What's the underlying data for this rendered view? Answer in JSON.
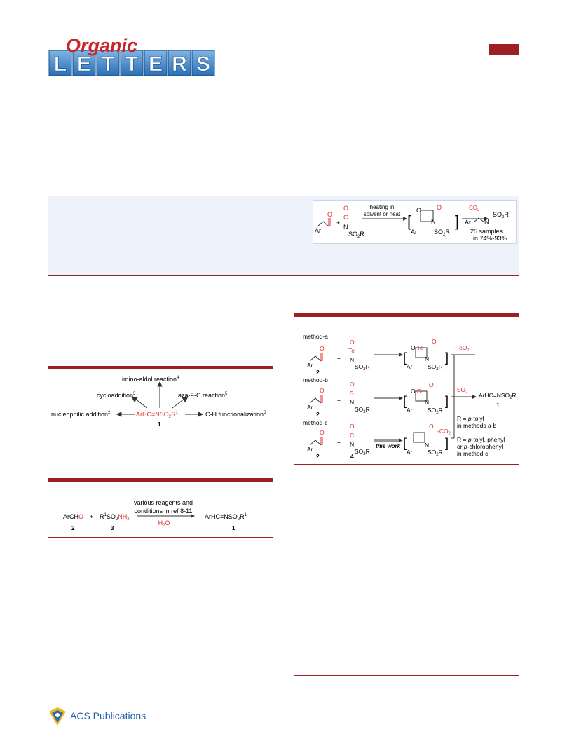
{
  "journal": {
    "title_script": "Organic",
    "title_letters": [
      "L",
      "E",
      "T",
      "T",
      "E",
      "R",
      "S"
    ]
  },
  "abstract_graphic": {
    "aryl": "Ar",
    "plus": "+",
    "oxygen": "O",
    "carbon": "C",
    "nitrogen": "N",
    "sulfonyl": "SO",
    "sub2": "2",
    "r_group": "R",
    "arrow_label_1": "heating in",
    "arrow_label_2": "solvent or neat",
    "co2": "CO",
    "samples": "25 samples",
    "yields": "in 74%-93%"
  },
  "figure1": {
    "imino": "imino-aldol reaction",
    "imino_ref": "4",
    "cyclo": "cycloaddition",
    "cyclo_ref": "3",
    "azafc": "aza-F-C reaction",
    "azafc_ref": "5",
    "nucleo": "nucleophilic addition",
    "nucleo_ref": "2",
    "ch": "C-H functionalization",
    "ch_ref": "6",
    "center_a": "ArHC=NSO",
    "center_sub": "2",
    "center_b": "R",
    "center_sup": "1",
    "num": "1"
  },
  "scheme1": {
    "archo_a": "ArCH",
    "archo_b": "O",
    "plus": "+",
    "r": "R",
    "sup1": "1",
    "so2": "SO",
    "sub2": "2",
    "nh2": "NH",
    "reagents_1": "various reagents and",
    "reagents_2": "conditions in ref 8-11",
    "water_a": "H",
    "water_b": "O",
    "product_a": "ArHC=NSO",
    "product_b": "R",
    "num2": "2",
    "num3": "3",
    "num1": "1"
  },
  "scheme2": {
    "method_a": "method-a",
    "method_b": "method-b",
    "method_c": "method-c",
    "ar": "Ar",
    "o": "O",
    "te": "Te",
    "s": "S",
    "c": "C",
    "n": "N",
    "so2r": "SO",
    "sub2": "2",
    "r": "R",
    "plus": "+",
    "num2": "2",
    "num4": "4",
    "teo2": "-TeO",
    "so2_loss": "-SO",
    "co2_loss": "-CO",
    "this_work": "this work",
    "product": "ArHC=NSO",
    "product_num": "1",
    "note1_a": "R = ",
    "note1_b": "p",
    "note1_c": "-tolyl",
    "note1_d": "in methods a-b",
    "note2_a": "R = ",
    "note2_b": "p",
    "note2_c": "-tolyl, phenyl",
    "note2_d": "or ",
    "note2_e": "p",
    "note2_f": "-chlorophenyl",
    "note2_g": "in method-c"
  },
  "footer": {
    "publisher": "ACS Publications"
  },
  "colors": {
    "accent": "#9b1f24",
    "logo_blue": "#3a84c8",
    "reaction_red": "#e02a2a",
    "abstract_bg": "#eef3fb"
  }
}
